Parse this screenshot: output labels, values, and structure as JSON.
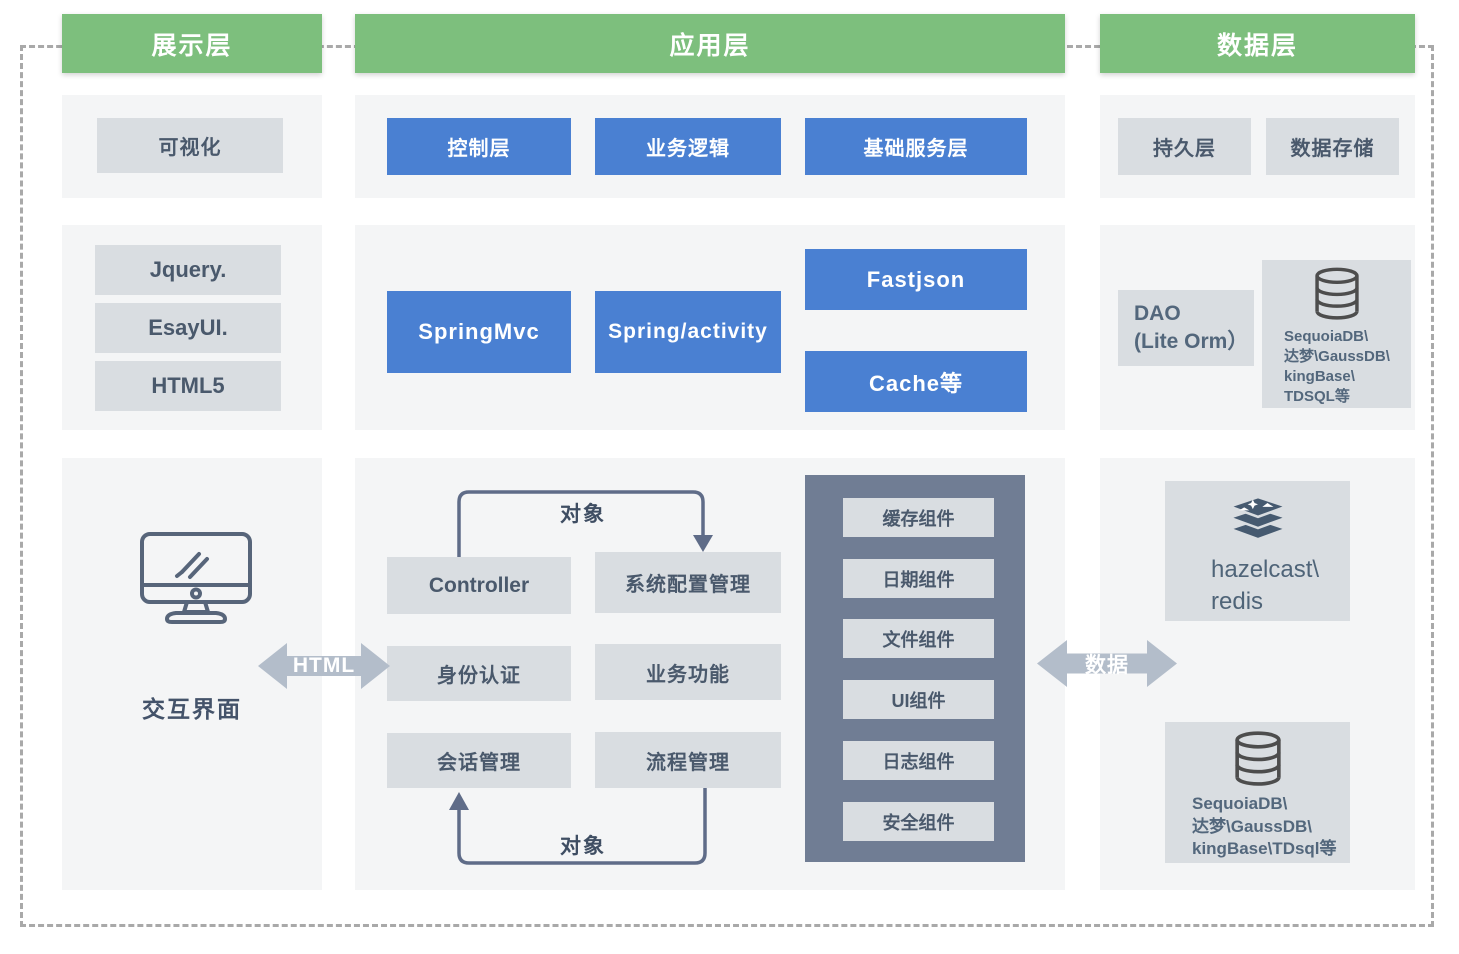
{
  "headers": {
    "presentation": "展示层",
    "application": "应用层",
    "data": "数据层"
  },
  "presentation": {
    "visualization": "可视化",
    "tech": [
      "Jquery.",
      "EsayUI.",
      "HTML5"
    ],
    "terminal_label": "交互界面"
  },
  "application": {
    "layers": [
      "控制层",
      "业务逻辑",
      "基础服务层"
    ],
    "frameworks": [
      "SpringMvc",
      "Spring/activity",
      "Fastjson",
      "Cache等"
    ],
    "flow": {
      "controller": "Controller",
      "config": "系统配置管理",
      "auth": "身份认证",
      "business": "业务功能",
      "session": "会话管理",
      "process": "流程管理",
      "object_top": "对象",
      "object_bottom": "对象"
    },
    "components": [
      "缓存组件",
      "日期组件",
      "文件组件",
      "UI组件",
      "日志组件",
      "安全组件"
    ]
  },
  "data_layer": {
    "boxes": [
      "持久层",
      "数据存储"
    ],
    "dao": "DAO\n(Lite Orm）",
    "db_top": "SequoiaDB\\\n达梦\\GaussDB\\\nkingBase\\\nTDSQL等",
    "cache": "hazelcast\\\nredis",
    "db_bottom": "SequoiaDB\\\n达梦\\GaussDB\\\nkingBase\\TDsql等"
  },
  "arrows": {
    "html": "HTML",
    "data": "数据"
  },
  "icons": {
    "terminal": "monitor-pen-icon",
    "database": "database-cylinder-icon",
    "cache": "redis-stack-icon"
  },
  "colors": {
    "header_green": "#7dbf7d",
    "box_blue": "#4a80d2",
    "panel_gray": "#f4f5f6",
    "tile_gray": "#d9dde1",
    "stack_slate": "#707d94",
    "flow_stroke": "#5f6c88",
    "arrow_gray": "#b3bdca",
    "db_icon": "#4d4d4d",
    "text_slate": "#4a596c"
  }
}
